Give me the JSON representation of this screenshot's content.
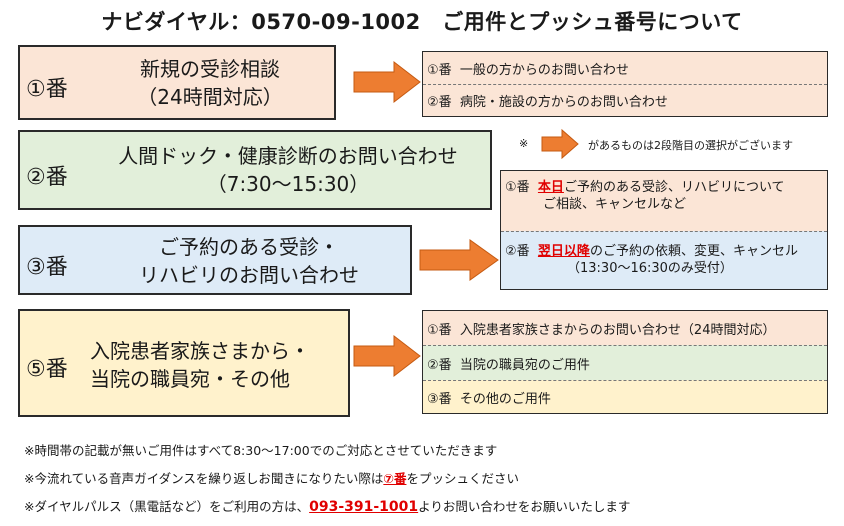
{
  "title": "ナビダイヤル：0570-09-1002　ご用件とプッシュ番号について",
  "colors": {
    "pink": "#fbe5d6",
    "green": "#e2efda",
    "blue": "#deebf7",
    "yellow": "#fff2cc",
    "arrow": "#ed7d31",
    "emphasis": "#e00000"
  },
  "sections": [
    {
      "number": "①番",
      "line1": "新規の受診相談",
      "line2": "（24時間対応）"
    },
    {
      "number": "②番",
      "line1": "人間ドック・健康診断のお問い合わせ",
      "line2": "（7:30〜15:30）"
    },
    {
      "number": "③番",
      "line1": "ご予約のある受診・",
      "line2": "リハビリのお問い合わせ"
    },
    {
      "number": "⑤番",
      "line1": "入院患者家族さまから・",
      "line2": "当院の職員宛・その他"
    }
  ],
  "box1": {
    "rows": [
      {
        "num": "①番",
        "text": "一般の方からのお問い合わせ"
      },
      {
        "num": "②番",
        "text": "病院・施設の方からのお問い合わせ"
      }
    ]
  },
  "note_arrow": {
    "mark": "※",
    "text": "があるものは2段階目の選択がございます"
  },
  "box3": {
    "row1": {
      "num": "①番",
      "em": "本日",
      "text": "ご予約のある受診、リハビリについて",
      "line2": "ご相談、キャンセルなど"
    },
    "row2": {
      "num": "②番",
      "em": "翌日以降",
      "text": "のご予約の依頼、変更、キャンセル",
      "line2": "（13:30〜16:30のみ受付）"
    }
  },
  "box5": {
    "rows": [
      {
        "num": "①番",
        "text": "入院患者家族さまからのお問い合わせ（24時間対応）"
      },
      {
        "num": "②番",
        "text": "当院の職員宛のご用件"
      },
      {
        "num": "③番",
        "text": "その他のご用件"
      }
    ]
  },
  "notes": {
    "n1": "※時間帯の記載が無いご用件はすべて8:30〜17:00でのご対応とさせていただきます",
    "n2_pre": "※今流れている音声ガイダンスを繰り返しお聞きになりたい際は",
    "n2_em": "⑦番",
    "n2_post": "をプッシュください",
    "n3_pre": "※ダイヤルパルス（黒電話など）をご利用の方は、",
    "n3_em": "093-391-1001",
    "n3_post": "よりお問い合わせをお願いいたします"
  }
}
